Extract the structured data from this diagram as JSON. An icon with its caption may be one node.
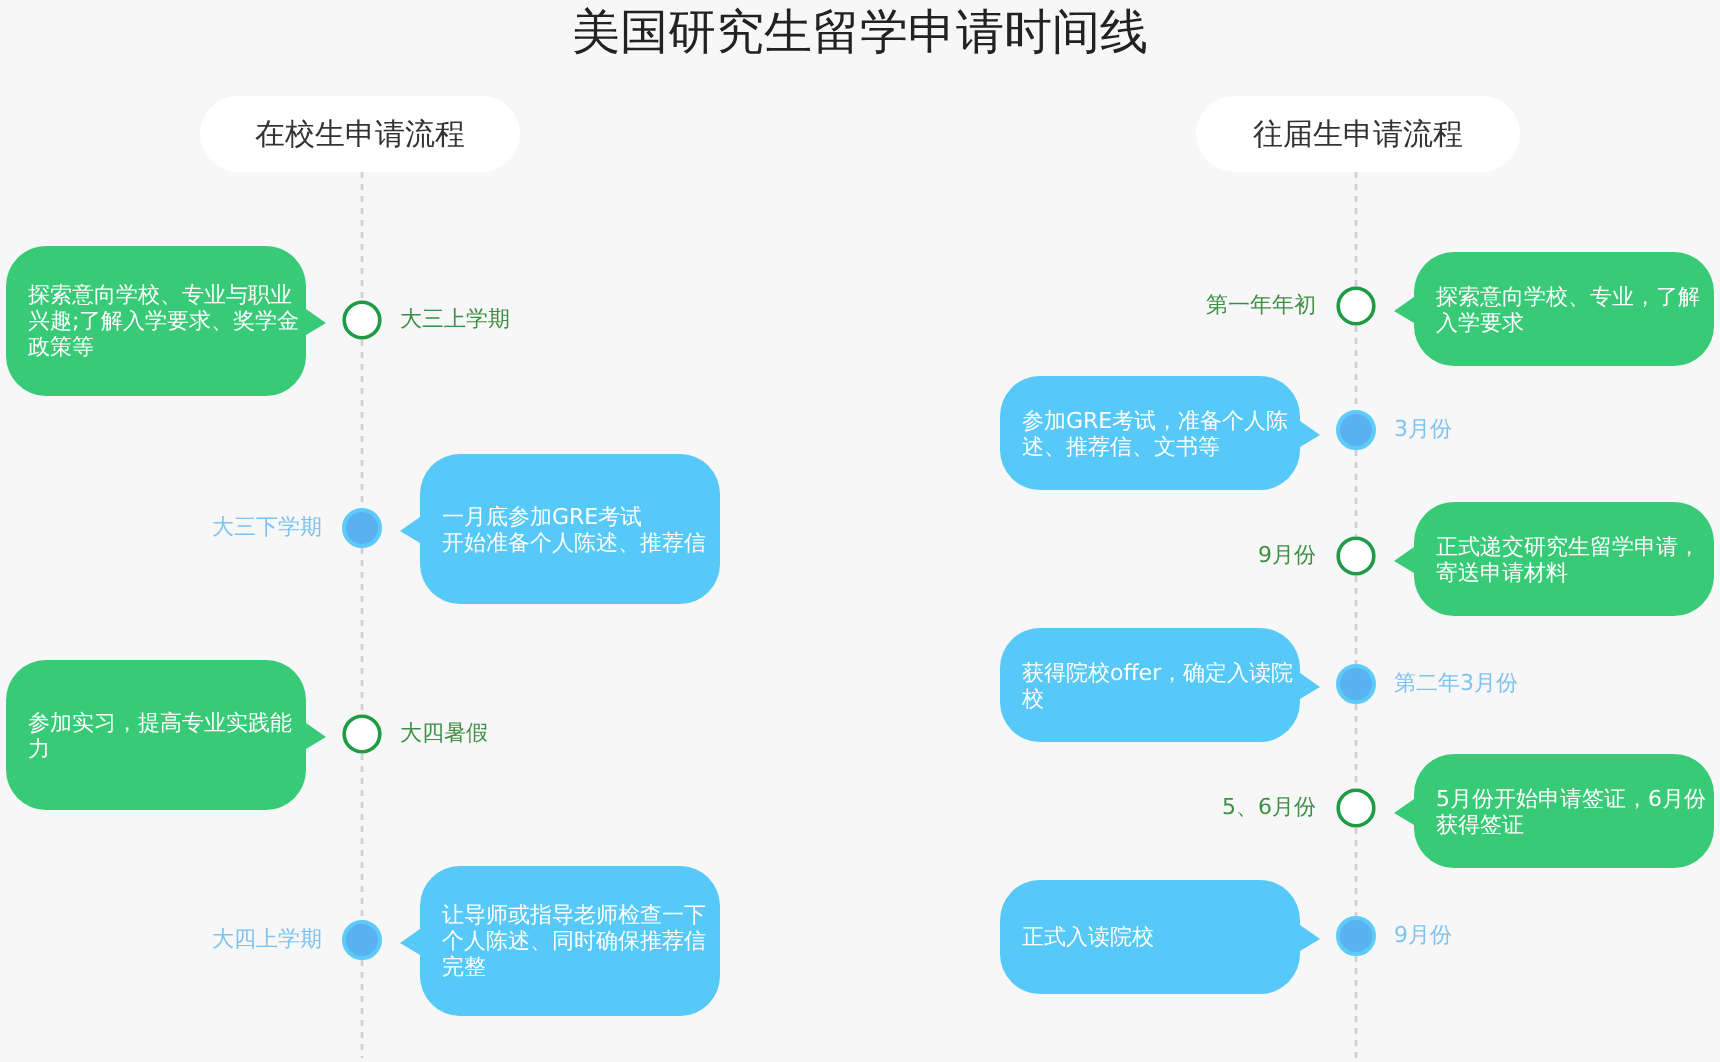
{
  "diagram": {
    "title": "美国研究生留学申请时间线",
    "nodes": [
      {
        "text": [
          "在校生申请流程"
        ]
      },
      {
        "text": [
          "探索意向学校、专业与职业兴趣;了解入学要求、奖学金政策等"
        ]
      },
      {
        "text": [],
        "shape": "circle",
        "beside": [
          "大三上学期"
        ]
      },
      {
        "text": [],
        "shape": "circle",
        "beside": [
          "大三下学期"
        ]
      },
      {
        "text": [
          "一月底参加GRE考试",
          "开始准备个人陈述、推荐信"
        ]
      },
      {
        "text": [
          "参加实习，提高专业实践能力"
        ]
      },
      {
        "text": [],
        "shape": "circle",
        "beside": [
          "大四暑假"
        ]
      },
      {
        "text": [],
        "shape": "circle",
        "beside": [
          "大四上学期"
        ]
      },
      {
        "text": [
          "让导师或指导老师检查一下个人陈述、同时确保推荐信完整"
        ]
      },
      {
        "text": [
          "往届生申请流程"
        ]
      },
      {
        "text": [],
        "shape": "circle",
        "beside": [
          "第一年年初"
        ]
      },
      {
        "text": [
          "探索意向学校、专业，了解入学要求"
        ]
      },
      {
        "text": [
          "参加GRE考试，准备个人陈述、推荐信、文书等"
        ]
      },
      {
        "text": [],
        "shape": "circle",
        "beside": [
          "3月份"
        ]
      },
      {
        "text": [],
        "shape": "circle",
        "beside": [
          "9月份"
        ]
      },
      {
        "text": [
          "正式递交研究生留学申请，寄送申请材料"
        ]
      },
      {
        "text": [
          "获得院校offer，确定入读院校"
        ]
      },
      {
        "text": [],
        "shape": "circle",
        "beside": [
          "第二年3月份"
        ]
      },
      {
        "text": [],
        "shape": "circle",
        "beside": [
          "5、6月份"
        ]
      },
      {
        "text": [
          "5月份开始申请签证，6月份获得签证"
        ]
      },
      {
        "text": [
          "正式入读院校"
        ]
      },
      {
        "text": [],
        "shape": "circle",
        "beside": [
          "9月份"
        ]
      }
    ],
    "edges": [
      {
        "from": 0,
        "to": 2,
        "arrow": "none",
        "style": "dashed"
      },
      {
        "from": 2,
        "to": 3,
        "arrow": "none",
        "style": "dashed"
      },
      {
        "from": 3,
        "to": 6,
        "arrow": "none",
        "style": "dashed"
      },
      {
        "from": 6,
        "to": 7,
        "arrow": "none",
        "style": "dashed"
      },
      {
        "from": 7,
        "to": null,
        "arrow": "none",
        "style": "dashed"
      },
      {
        "from": 9,
        "to": 10,
        "arrow": "none",
        "style": "dashed"
      },
      {
        "from": 10,
        "to": 13,
        "arrow": "none",
        "style": "dashed"
      },
      {
        "from": 13,
        "to": 14,
        "arrow": "none",
        "style": "dashed"
      },
      {
        "from": 14,
        "to": 17,
        "arrow": "none",
        "style": "dashed"
      },
      {
        "from": 17,
        "to": 18,
        "arrow": "none",
        "style": "dashed"
      },
      {
        "from": 18,
        "to": 21,
        "arrow": "none",
        "style": "dashed"
      },
      {
        "from": 21,
        "to": null,
        "arrow": "none",
        "style": "dashed"
      }
    ]
  }
}
